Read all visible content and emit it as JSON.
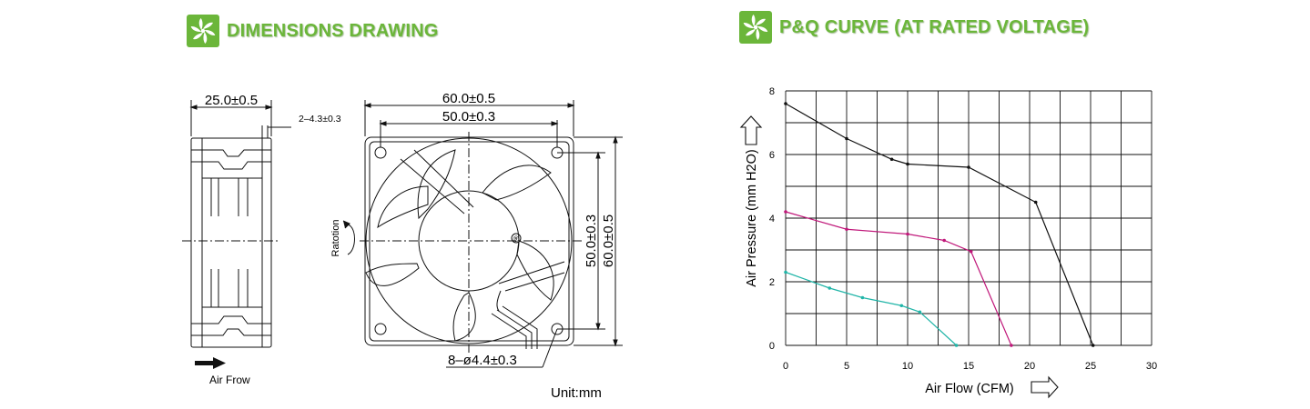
{
  "headers": {
    "left_title": "DIMENSIONS DRAWING",
    "right_title": "P&Q CURVE (AT RATED VOLTAGE)",
    "logo_icon": "fan-logo-icon",
    "accent_color": "#6bb63a"
  },
  "drawing": {
    "side_width": "25.0±0.5",
    "side_slot": "2–4.3±0.3",
    "front_width_outer": "60.0±0.5",
    "front_width_inner": "50.0±0.3",
    "front_height_inner": "50.0±0.3",
    "front_height_outer": "60.0±0.5",
    "holes": "8–ø4.4±0.3",
    "rotation_label": "Ratotion",
    "airflow_label": "Air Frow",
    "unit": "Unit:mm",
    "registered_mark": "®"
  },
  "chart_data": {
    "type": "line",
    "xlabel": "Air Flow (CFM)",
    "ylabel": "Air Pressure (mm H2O)",
    "xlim": [
      0,
      30
    ],
    "ylim": [
      0,
      8
    ],
    "xticks": [
      0,
      5,
      10,
      15,
      20,
      25,
      30
    ],
    "yticks": [
      0,
      2,
      4,
      6,
      8
    ],
    "grid": true,
    "series": [
      {
        "color": "#111111",
        "x": [
          0,
          5,
          8.7,
          10,
          15,
          20.5,
          25.2
        ],
        "y": [
          7.6,
          6.5,
          5.85,
          5.7,
          5.6,
          4.5,
          0
        ]
      },
      {
        "color": "#c0187a",
        "x": [
          0,
          5,
          10,
          13,
          15.2,
          18.5
        ],
        "y": [
          4.2,
          3.65,
          3.5,
          3.3,
          2.95,
          0
        ]
      },
      {
        "color": "#21b5a8",
        "x": [
          0,
          3.6,
          6.3,
          9.5,
          11,
          14
        ],
        "y": [
          2.3,
          1.8,
          1.5,
          1.25,
          1.05,
          0
        ]
      }
    ]
  }
}
